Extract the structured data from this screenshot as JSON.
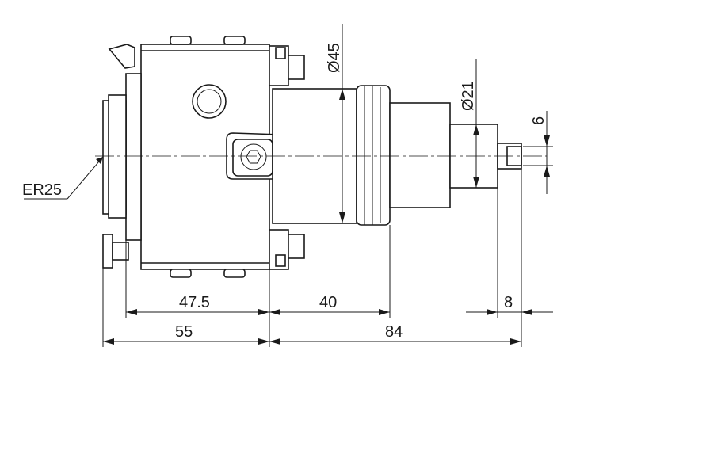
{
  "drawing": {
    "collet_label": "ER25",
    "dimensions": {
      "flange_to_mid": "47.5",
      "mid_to_shoulder": "40",
      "tip": "8",
      "overall_left": "55",
      "overall_right": "84"
    },
    "diameters": {
      "body": "45",
      "shank": "21",
      "pin": "6"
    },
    "diameter_symbol": "Ø"
  }
}
